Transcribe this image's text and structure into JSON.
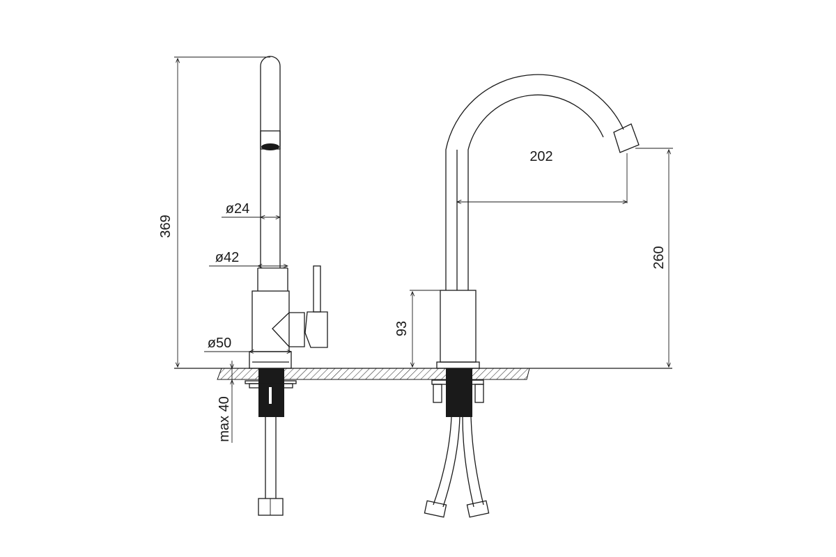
{
  "drawing": {
    "title": "Kitchen faucet dimensional drawing",
    "dimensions": {
      "total_height": "369",
      "spout_diameter": "ø24",
      "body_upper_diameter": "ø42",
      "base_diameter": "ø50",
      "max_counter_thickness": "max 40",
      "spout_reach": "202",
      "spout_outlet_height": "260",
      "body_height": "93"
    }
  }
}
